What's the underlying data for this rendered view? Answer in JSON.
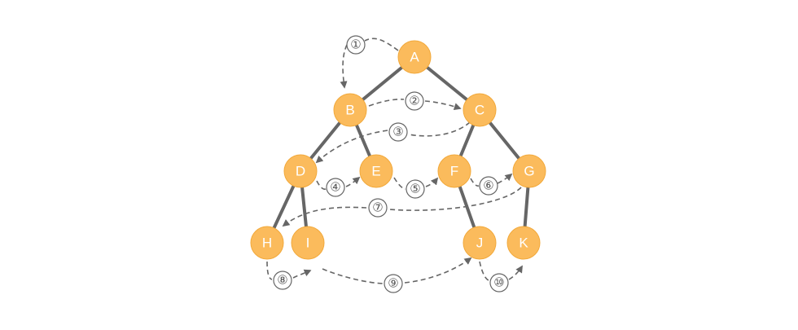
{
  "colors": {
    "node_fill": "#fbbb5c",
    "node_text": "#ffffff",
    "edge": "#666666",
    "arrow": "#666666"
  },
  "nodes": [
    {
      "id": "A",
      "label": "A"
    },
    {
      "id": "B",
      "label": "B"
    },
    {
      "id": "C",
      "label": "C"
    },
    {
      "id": "D",
      "label": "D"
    },
    {
      "id": "E",
      "label": "E"
    },
    {
      "id": "F",
      "label": "F"
    },
    {
      "id": "G",
      "label": "G"
    },
    {
      "id": "H",
      "label": "H"
    },
    {
      "id": "I",
      "label": "I"
    },
    {
      "id": "J",
      "label": "J"
    },
    {
      "id": "K",
      "label": "K"
    }
  ],
  "edges": [
    {
      "from": "A",
      "to": "B"
    },
    {
      "from": "A",
      "to": "C"
    },
    {
      "from": "B",
      "to": "D"
    },
    {
      "from": "B",
      "to": "E"
    },
    {
      "from": "C",
      "to": "F"
    },
    {
      "from": "C",
      "to": "G"
    },
    {
      "from": "D",
      "to": "H"
    },
    {
      "from": "D",
      "to": "I"
    },
    {
      "from": "F",
      "to": "J"
    },
    {
      "from": "G",
      "to": "K"
    }
  ],
  "traversal_steps": [
    {
      "label": "①",
      "from": "A",
      "to": "B"
    },
    {
      "label": "②",
      "from": "B",
      "to": "C"
    },
    {
      "label": "③",
      "from": "C",
      "to": "D"
    },
    {
      "label": "④",
      "from": "D",
      "to": "E"
    },
    {
      "label": "⑤",
      "from": "E",
      "to": "F"
    },
    {
      "label": "⑥",
      "from": "F",
      "to": "G"
    },
    {
      "label": "⑦",
      "from": "G",
      "to": "H"
    },
    {
      "label": "⑧",
      "from": "H",
      "to": "I"
    },
    {
      "label": "⑨",
      "from": "I",
      "to": "J"
    },
    {
      "label": "⑩",
      "from": "J",
      "to": "K"
    }
  ]
}
